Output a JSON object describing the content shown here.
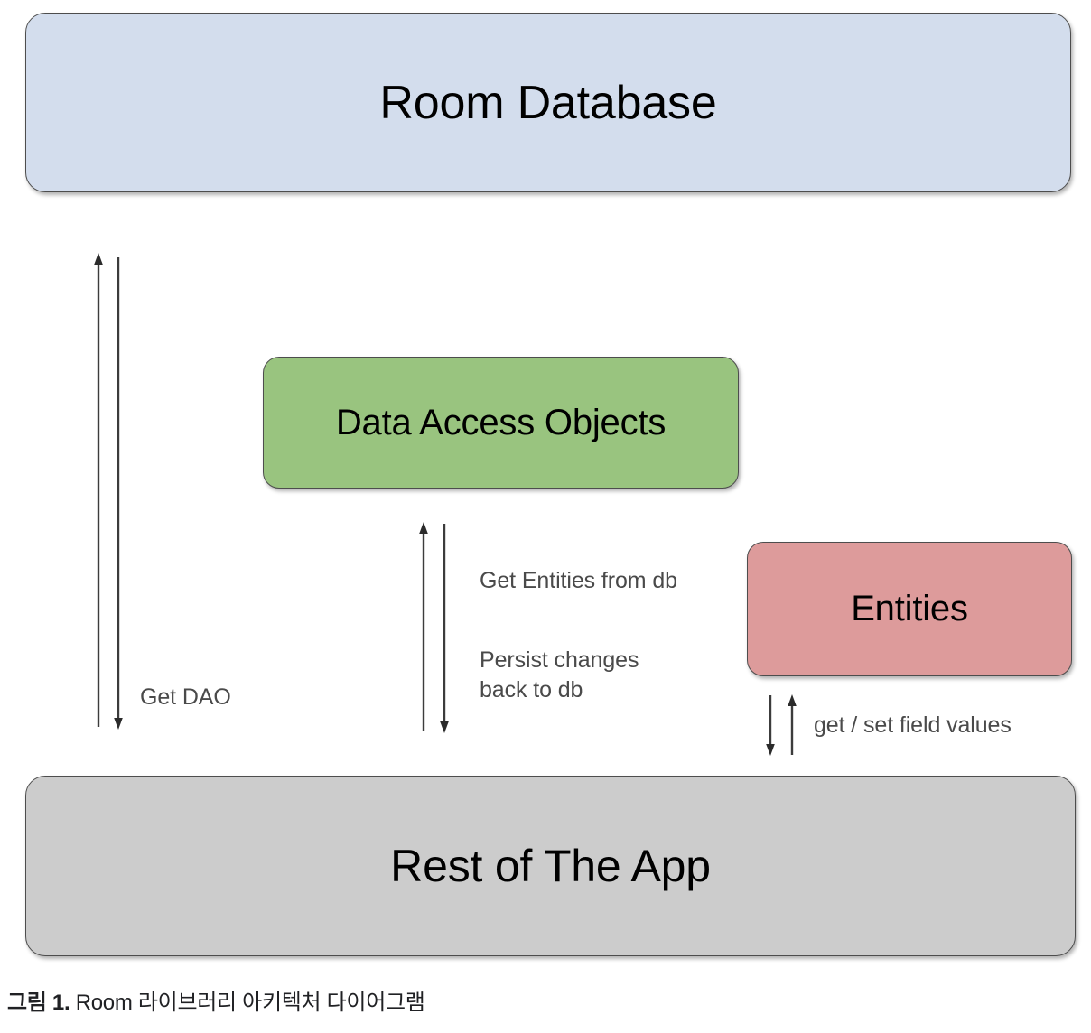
{
  "diagram": {
    "nodes": [
      {
        "id": "room-database",
        "label": "Room Database",
        "color": "#d3dded"
      },
      {
        "id": "data-access-objects",
        "label": "Data Access Objects",
        "color": "#99c47f"
      },
      {
        "id": "entities",
        "label": "Entities",
        "color": "#dd9b9b"
      },
      {
        "id": "rest-of-the-app",
        "label": "Rest of The App",
        "color": "#cccccc"
      }
    ],
    "edges": [
      {
        "id": "get-dao",
        "label": "Get DAO",
        "from": "rest-of-the-app",
        "to": "room-database",
        "direction": "bidirectional"
      },
      {
        "id": "get-entities-from-db",
        "label": "Get Entities from db",
        "from": "data-access-objects",
        "to": "rest-of-the-app",
        "direction": "bidirectional"
      },
      {
        "id": "persist-changes-back-to-db",
        "label": "Persist changes\nback to db",
        "from": "rest-of-the-app",
        "to": "data-access-objects",
        "direction": "bidirectional"
      },
      {
        "id": "get-set-field-values",
        "label": "get / set field values",
        "from": "entities",
        "to": "rest-of-the-app",
        "direction": "bidirectional"
      }
    ],
    "stroke_color": "#3c3c3c",
    "border_color": "#4d4d4d"
  },
  "caption": {
    "label": "그림 1.",
    "text": " Room 라이브러리 아키텍처 다이어그램"
  }
}
